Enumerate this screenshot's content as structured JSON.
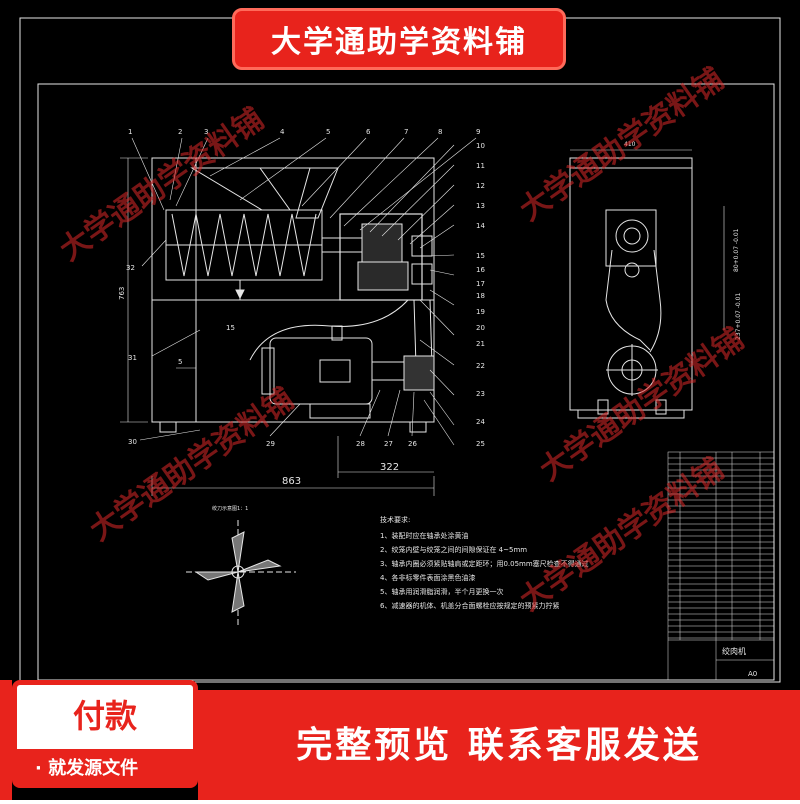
{
  "banner": {
    "title": "大学通助学资料铺"
  },
  "watermarks": [
    "大学通助学资料铺",
    "大学通助学资料铺",
    "大学通助学资料铺",
    "大学通助学资料铺",
    "大学通助学资料铺"
  ],
  "payment": {
    "title": "付款",
    "subtitle": "· 就发源文件"
  },
  "bottom": {
    "text": "完整预览  联系客服发送"
  },
  "colors": {
    "accent": "#e8231c",
    "line": "#e6e6e6",
    "background": "#000000"
  },
  "drawing": {
    "part_numbers_top": [
      "1",
      "2",
      "3",
      "4",
      "5",
      "6",
      "7",
      "8",
      "9"
    ],
    "part_numbers_right": [
      "10",
      "11",
      "12",
      "13",
      "14",
      "15",
      "16",
      "17",
      "18",
      "19",
      "20",
      "21",
      "22",
      "23",
      "24",
      "25"
    ],
    "part_numbers_bottom": [
      "29",
      "28",
      "27",
      "26"
    ],
    "part_numbers_left": [
      "32",
      "31",
      "30"
    ],
    "dims": {
      "total_width": "863",
      "motor_offset": "322",
      "height": "763",
      "gap_a": "15",
      "gap_b": "5",
      "side_width": "410",
      "side_dim_1": "80+0.07\n-0.01",
      "side_dim_2": "237+0.07\n-0.01"
    },
    "detail_title": "绞刀示意图1：1",
    "tech_title": "技术要求:",
    "tech_items": [
      "1、装配时应在轴承处涂黄油",
      "2、绞笼内壁与绞笼之间的间隙保证在 4~5mm",
      "3、轴承内圈必须紧贴轴肩或定距环；用0.05mm塞尺检查不得通过",
      "4、各非标零件表面涂黑色油漆",
      "5、轴承用润滑脂润滑，半个月更换一次",
      "6、减速器的机体、机盖分合面螺栓应按规定的预紧力拧紧"
    ],
    "title_block": {
      "name": "绞肉机",
      "sheet": "A0"
    }
  }
}
